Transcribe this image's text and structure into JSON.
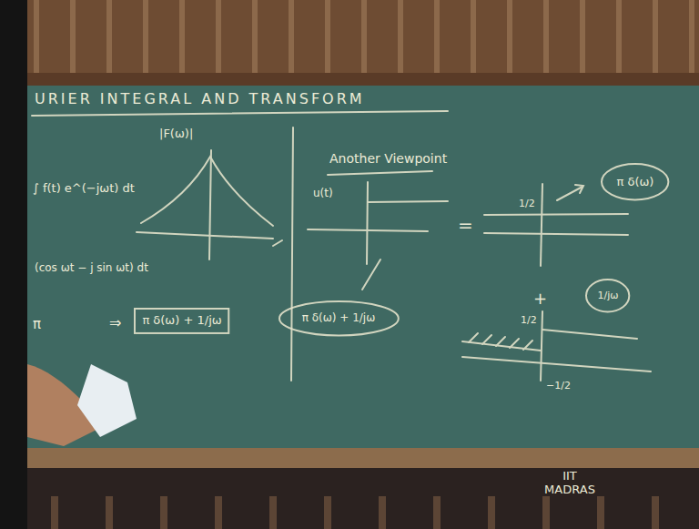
{
  "diagram": {
    "title": "URIER INTEGRAL AND TRANSFORM",
    "nodes": [
      {
        "text": [
          "π δ(ω) + 1/jω"
        ]
      },
      {
        "text": [
          "π δ(ω)"
        ]
      },
      {
        "text": [
          "π δ(ω) + 1/jω"
        ]
      },
      {
        "text": [
          "1/jω"
        ]
      }
    ],
    "labels": [
      "|F(ω)|",
      "∫ f(t) e^(−jωt) dt",
      "(cos ωt − j sin ωt) dt",
      "π",
      "⇒",
      "Another Viewpoint",
      "u(t)",
      "=",
      "1/2",
      "+",
      "1/2",
      "−1/2",
      "IIT MADRAS"
    ]
  }
}
